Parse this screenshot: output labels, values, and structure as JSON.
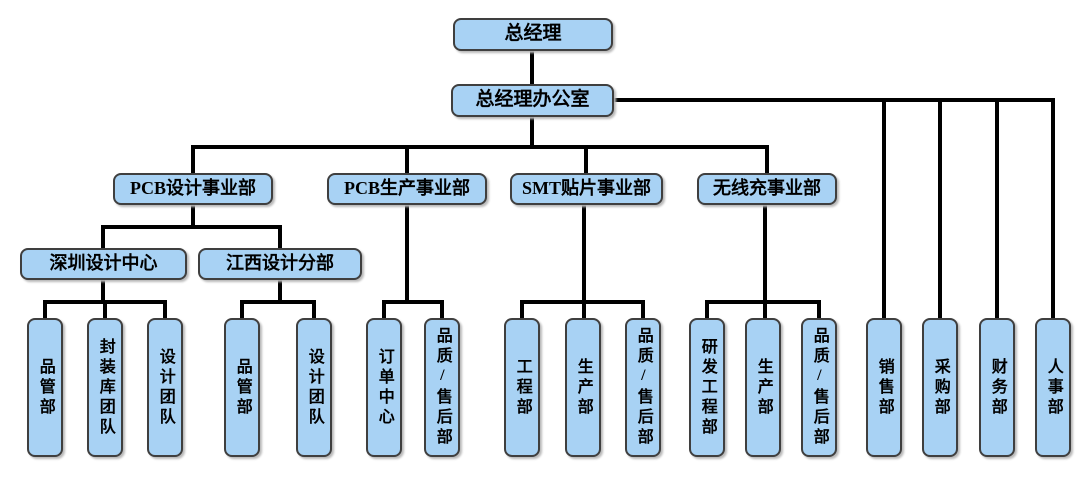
{
  "org": {
    "label": "总经理",
    "children": [
      {
        "label": "总经理办公室",
        "children": [
          {
            "label": "PCB设计事业部",
            "children": [
              {
                "label": "深圳设计中心",
                "children": [
                  {
                    "label": "品管部"
                  },
                  {
                    "label": "封装库团队"
                  },
                  {
                    "label": "设计团队"
                  }
                ]
              },
              {
                "label": "江西设计分部",
                "children": [
                  {
                    "label": "品管部"
                  },
                  {
                    "label": "设计团队"
                  }
                ]
              }
            ]
          },
          {
            "label": "PCB生产事业部",
            "children": [
              {
                "label": "订单中心"
              },
              {
                "label": "品质/售后部"
              }
            ]
          },
          {
            "label": "SMT贴片事业部",
            "children": [
              {
                "label": "工程部"
              },
              {
                "label": "生产部"
              },
              {
                "label": "品质/售后部"
              }
            ]
          },
          {
            "label": "无线充事业部",
            "children": [
              {
                "label": "研发工程部"
              },
              {
                "label": "生产部"
              },
              {
                "label": "品质/售后部"
              }
            ]
          },
          {
            "label": "销售部"
          },
          {
            "label": "采购部"
          },
          {
            "label": "财务部"
          },
          {
            "label": "人事部"
          }
        ]
      }
    ]
  },
  "colors": {
    "node_fill": "#A8D2F4",
    "node_border": "#3F3F3F",
    "connector": "#000000",
    "text": "#000000",
    "background": "#FFFFFF"
  }
}
